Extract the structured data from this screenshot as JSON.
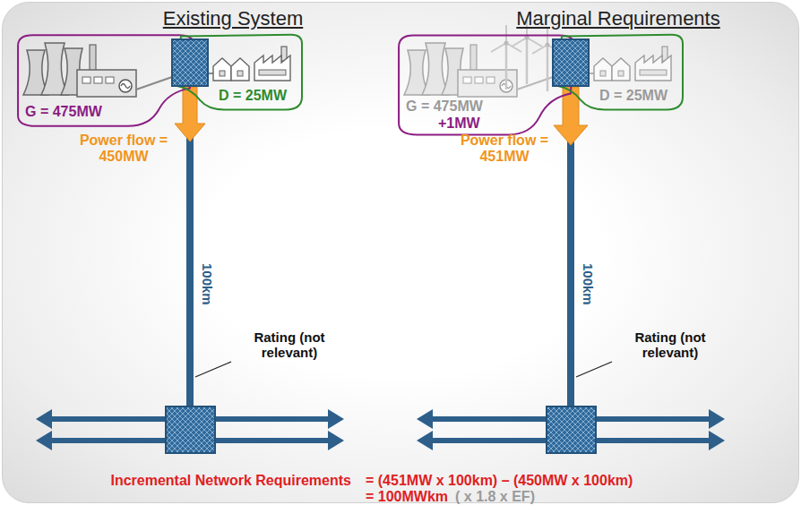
{
  "diagram": {
    "nodes": [
      {
        "text": [
          "G = 475MW"
        ]
      },
      {
        "text": [
          "D = 25MW"
        ]
      },
      {
        "text": [
          "G = 475MW",
          "+1MW"
        ]
      },
      {
        "text": [
          "D = 25MW"
        ]
      }
    ],
    "labels": [
      "Existing System",
      "Marginal Requirements",
      "Power flow = 450MW",
      "100km",
      "Rating (not relevant)",
      "Power flow = 451MW",
      "100km",
      "Rating (not relevant)",
      "Incremental Network Requirements",
      "= (451MW x 100km) – (450MW x 100km)",
      "= 100MWkm",
      "( x 1.8 x EF)"
    ]
  }
}
